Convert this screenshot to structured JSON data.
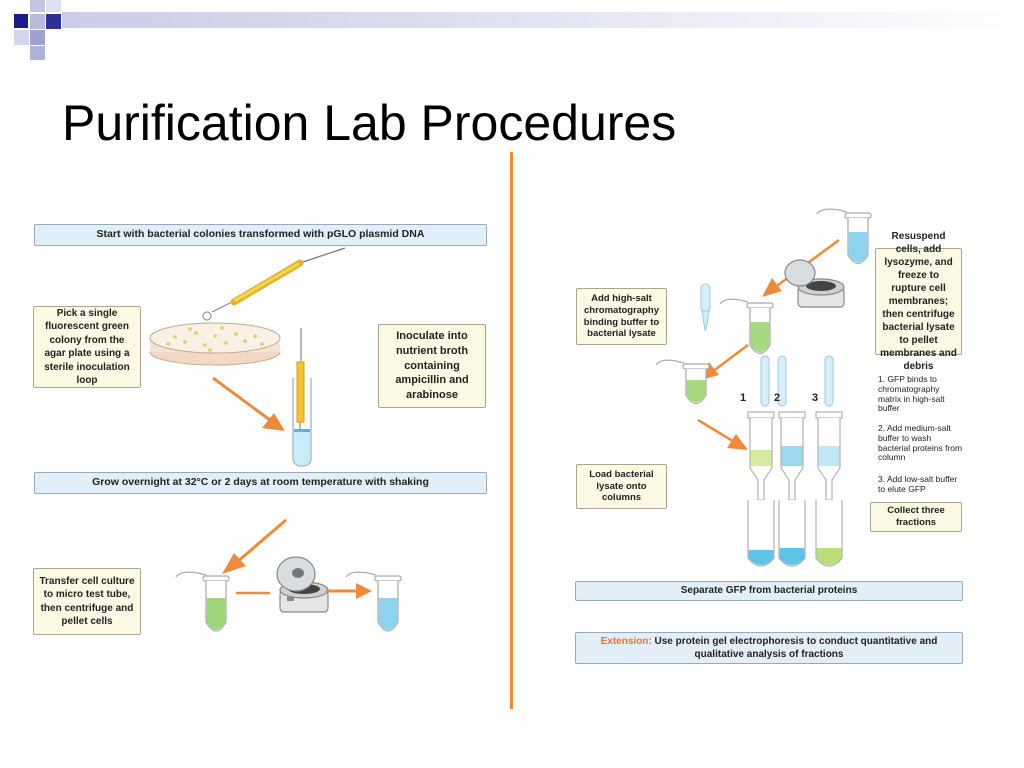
{
  "slide": {
    "title": "Purification Lab Procedures"
  },
  "left": {
    "bar_start": "Start with bacterial colonies transformed with pGLO plasmid DNA",
    "note_pick": "Pick a single fluorescent green colony from the agar plate using a sterile inoculation loop",
    "note_inoculate": "Inoculate into nutrient broth containing ampicillin and arabinose",
    "bar_grow": "Grow overnight at 32°C or 2 days at room temperature with shaking",
    "note_transfer": "Transfer cell culture to micro test tube, then centrifuge and pellet cells"
  },
  "right": {
    "note_resuspend": "Resuspend cells, add lysozyme, and freeze to rupture cell membranes; then centrifuge bacterial lysate to pellet membranes and debris",
    "note_add_salt": "Add high-salt chromatography binding buffer to bacterial lysate",
    "note_load": "Load bacterial lysate onto columns",
    "column_numbers": [
      "1",
      "2",
      "3"
    ],
    "step1": "1. GFP binds to chromatography matrix in high-salt buffer",
    "step2": "2. Add medium-salt buffer to wash bacterial proteins from column",
    "step3": "3. Add low-salt buffer to elute GFP",
    "note_collect": "Collect three fractions",
    "bar_separate": "Separate GFP from bacterial proteins",
    "extension_label": "Extension:",
    "extension_text": " Use protein gel electrophoresis to conduct quantitative and qualitative analysis of fractions"
  },
  "colors": {
    "arrow_orange": "#ee8a3c",
    "divider_orange": "#f08a34",
    "green_liquid": "#9fd37a",
    "blue_liquid": "#5fc3e8",
    "box_blue": "#e2eef8",
    "box_cream": "#fbf8e4",
    "corner_navy": "#1d1d8a"
  }
}
